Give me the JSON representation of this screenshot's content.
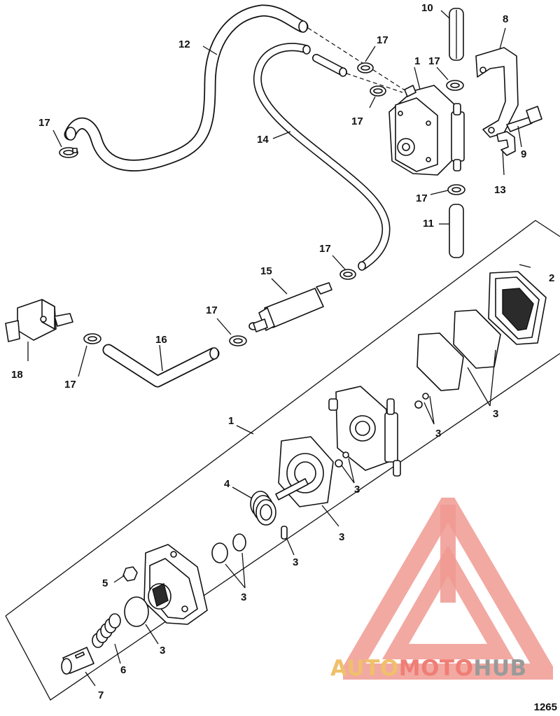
{
  "figure": {
    "code": "1265",
    "callouts": {
      "c1_top": "1",
      "c1_lower": "1",
      "c2": "2",
      "c3_a": "3",
      "c3_b": "3",
      "c3_c": "3",
      "c3_d": "3",
      "c3_e": "3",
      "c3_f": "3",
      "c3_g": "3",
      "c4": "4",
      "c5": "5",
      "c6": "6",
      "c7": "7",
      "c8": "8",
      "c9": "9",
      "c10": "10",
      "c11": "11",
      "c12": "12",
      "c13": "13",
      "c14": "14",
      "c15": "15",
      "c16": "16",
      "c17_a": "17",
      "c17_b": "17",
      "c17_c": "17",
      "c17_d": "17",
      "c17_e": "17",
      "c17_f": "17",
      "c17_g": "17",
      "c17_h": "17",
      "c18": "18"
    }
  },
  "watermark": {
    "word_1": "AUTO",
    "word_2": "MOTO",
    "word_3": "HUB",
    "color_primary": "#f0c06a",
    "color_secondary": "#ef7e76",
    "color_tertiary": "#9a9a9a"
  }
}
